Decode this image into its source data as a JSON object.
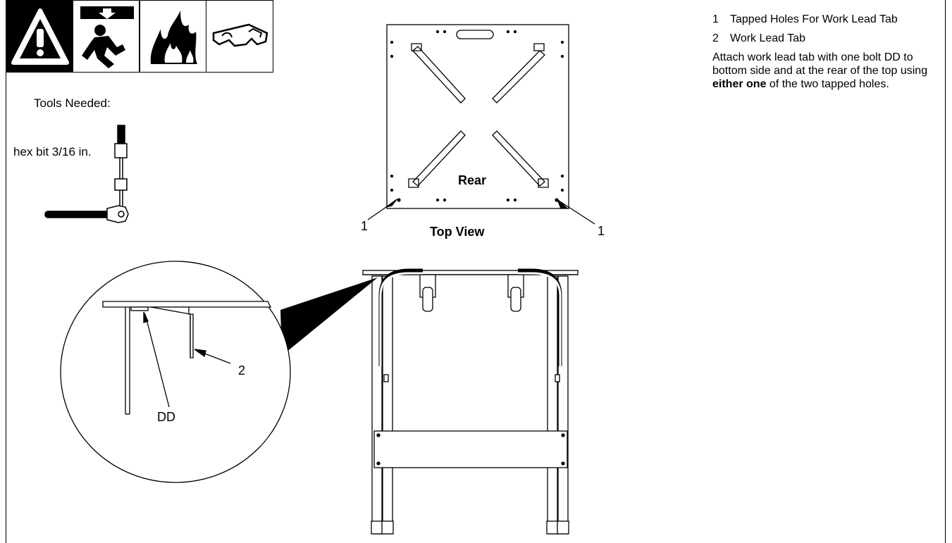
{
  "legend": {
    "items": [
      {
        "num": "1",
        "label": "Tapped Holes For Work Lead Tab"
      },
      {
        "num": "2",
        "label": "Work Lead Tab"
      }
    ],
    "note": {
      "before": "Attach work lead tab with one bolt DD to bottom side and at the rear of the top using ",
      "emphasis": "either one",
      "after": " of the two tapped holes."
    }
  },
  "tools": {
    "label": "Tools Needed:",
    "hex_bit": "hex bit 3/16 in."
  },
  "top_view": {
    "title": "Top View",
    "rear_label": "Rear",
    "callout_left": "1",
    "callout_right": "1"
  },
  "detail": {
    "callout_tab": "2",
    "callout_bolt": "DD"
  },
  "icons": [
    "warning-icon",
    "falling-load-icon",
    "fire-icon",
    "safety-glasses-icon"
  ]
}
